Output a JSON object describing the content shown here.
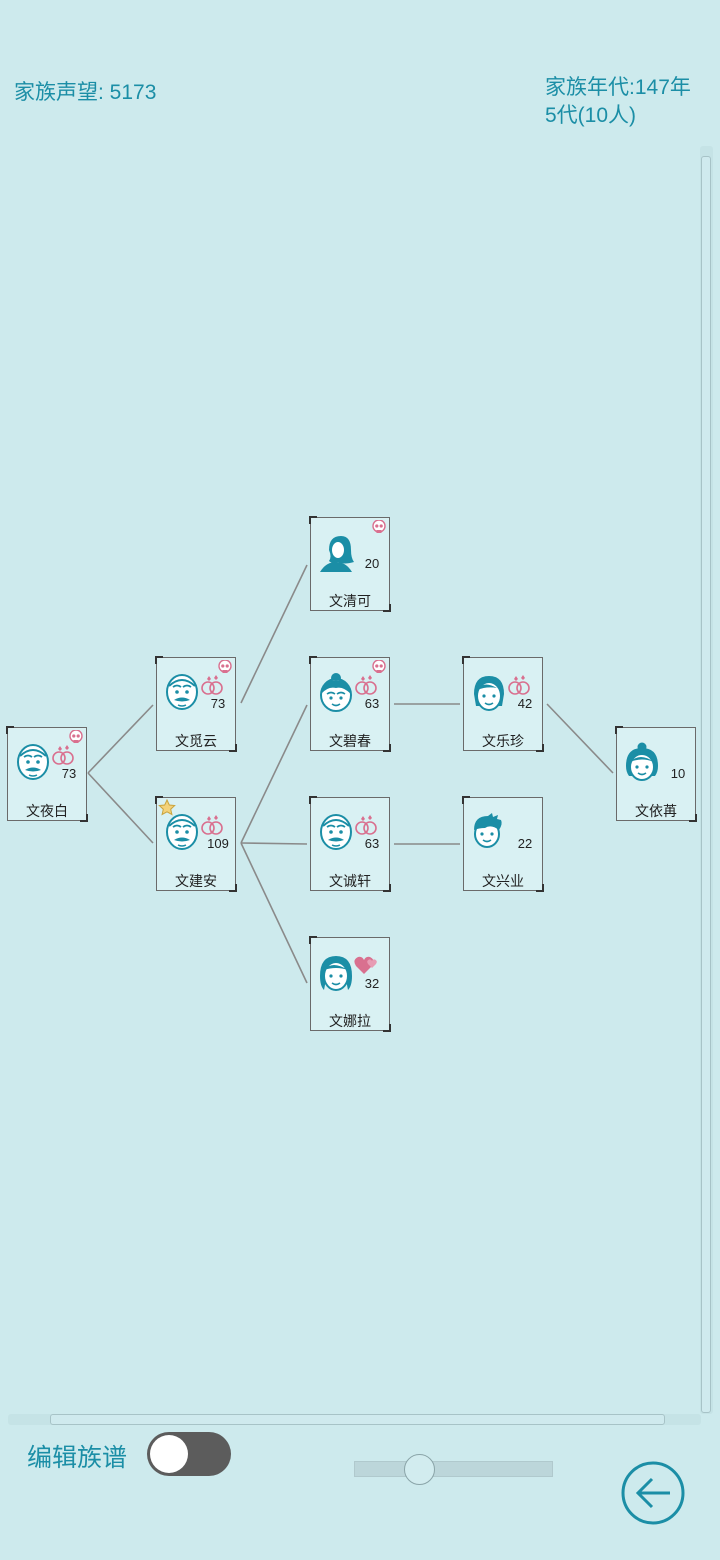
{
  "header": {
    "reputation": "家族声望: 5173",
    "era_line1": "家族年代:147年",
    "era_line2": "5代(10人)"
  },
  "members": [
    {
      "id": "m1",
      "name": "文夜白",
      "age": "73",
      "avatar": "old-man-icon",
      "married": true,
      "deceased": true,
      "head": false
    },
    {
      "id": "m2",
      "name": "文觅云",
      "age": "73",
      "avatar": "old-man-icon",
      "married": true,
      "deceased": true,
      "head": false
    },
    {
      "id": "m3",
      "name": "文建安",
      "age": "109",
      "avatar": "old-man-icon",
      "married": true,
      "deceased": false,
      "head": true
    },
    {
      "id": "m4",
      "name": "文清可",
      "age": "20",
      "avatar": "woman-silhouette-icon",
      "married": false,
      "deceased": true,
      "head": false
    },
    {
      "id": "m5",
      "name": "文碧春",
      "age": "63",
      "avatar": "old-woman-icon",
      "married": true,
      "deceased": true,
      "head": false
    },
    {
      "id": "m6",
      "name": "文诚轩",
      "age": "63",
      "avatar": "old-man-icon",
      "married": true,
      "deceased": false,
      "head": false
    },
    {
      "id": "m7",
      "name": "文娜拉",
      "age": "32",
      "avatar": "young-woman-icon",
      "married": false,
      "hearts": true,
      "deceased": false,
      "head": false
    },
    {
      "id": "m8",
      "name": "文乐珍",
      "age": "42",
      "avatar": "woman-icon",
      "married": true,
      "deceased": false,
      "head": false
    },
    {
      "id": "m9",
      "name": "文兴业",
      "age": "22",
      "avatar": "boy-icon",
      "married": false,
      "deceased": false,
      "head": false
    },
    {
      "id": "m10",
      "name": "文依苒",
      "age": "10",
      "avatar": "girl-icon",
      "married": false,
      "deceased": false,
      "head": false
    }
  ],
  "footer": {
    "edit_label": "编辑族谱",
    "edit_toggle_on": false
  },
  "colors": {
    "accent": "#1b8ea6",
    "background": "#cdeaed",
    "ring": "#d9708f"
  }
}
